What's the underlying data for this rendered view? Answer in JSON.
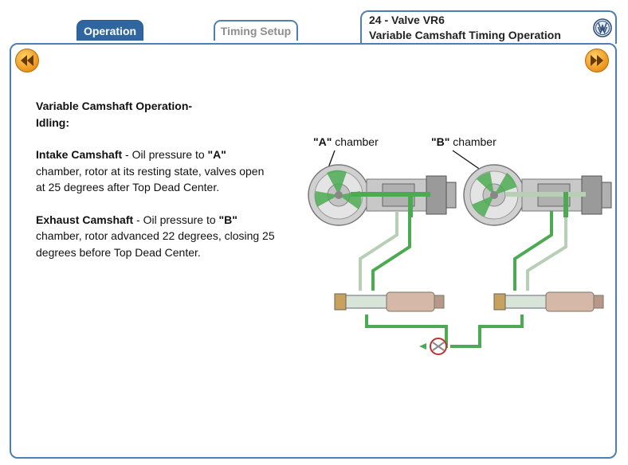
{
  "tabs": {
    "operation": "Operation",
    "timing_setup": "Timing Setup"
  },
  "title": {
    "line1": "24 - Valve VR6",
    "line2": "Variable Camshaft Timing Operation"
  },
  "content": {
    "heading_line1": "Variable Camshaft Operation-",
    "heading_line2": "Idling:",
    "intake_label": "Intake Camshaft",
    "intake_text_a": " - Oil pressure to ",
    "intake_chamber": "\"A\"",
    "intake_text_b": " chamber, rotor at its resting state, valves open at 25 degrees after Top Dead Center.",
    "exhaust_label": "Exhaust Camshaft",
    "exhaust_text_a": " - Oil pressure to ",
    "exhaust_chamber": "\"B\"",
    "exhaust_text_b": " chamber, rotor advanced 22 degrees, closing 25 degrees before Top Dead Center."
  },
  "diagram": {
    "label_a_bold": "\"A\"",
    "label_a_text": " chamber",
    "label_b_bold": "\"B\"",
    "label_b_text": " chamber"
  },
  "nav": {
    "prev_icon": "rewind-icon",
    "next_icon": "fast-forward-icon"
  },
  "colors": {
    "accent": "#2f66a0",
    "border": "#4f7fb0",
    "oil": "#4caa52",
    "nav": "#f0a020"
  }
}
